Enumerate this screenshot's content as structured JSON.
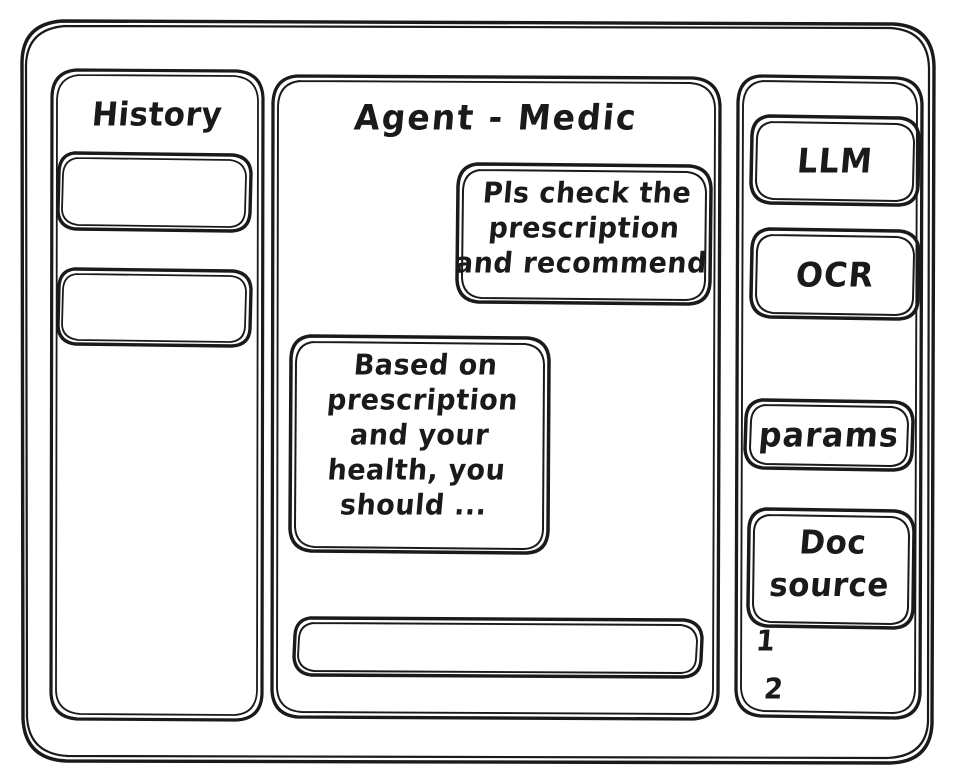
{
  "window": {
    "name": "agent-medic-wireframe"
  },
  "sidebar_left": {
    "title": "History",
    "items": [
      {
        "name": "history-item-1",
        "label": ""
      },
      {
        "name": "history-item-2",
        "label": ""
      }
    ]
  },
  "main": {
    "title": "Agent - Medic",
    "messages": [
      {
        "role": "user",
        "name": "user-message-bubble",
        "text": "Pls check the\nprescription\nand recommend"
      },
      {
        "role": "assistant",
        "name": "assistant-message-bubble",
        "text": "Based on\nprescription\nand your\nhealth, you\nshould ..."
      }
    ],
    "composer": {
      "value": "",
      "placeholder": ""
    }
  },
  "sidebar_right": {
    "tools": [
      {
        "name": "llm-button",
        "label": "LLM"
      },
      {
        "name": "ocr-button",
        "label": "OCR"
      }
    ],
    "params_button": {
      "label": "params"
    },
    "doc_source": {
      "label": "Doc\nsource",
      "sources": [
        {
          "index": "1"
        },
        {
          "index": "2"
        }
      ]
    }
  },
  "style": {
    "ink": "#1a1a1a",
    "paper": "#ffffff"
  }
}
